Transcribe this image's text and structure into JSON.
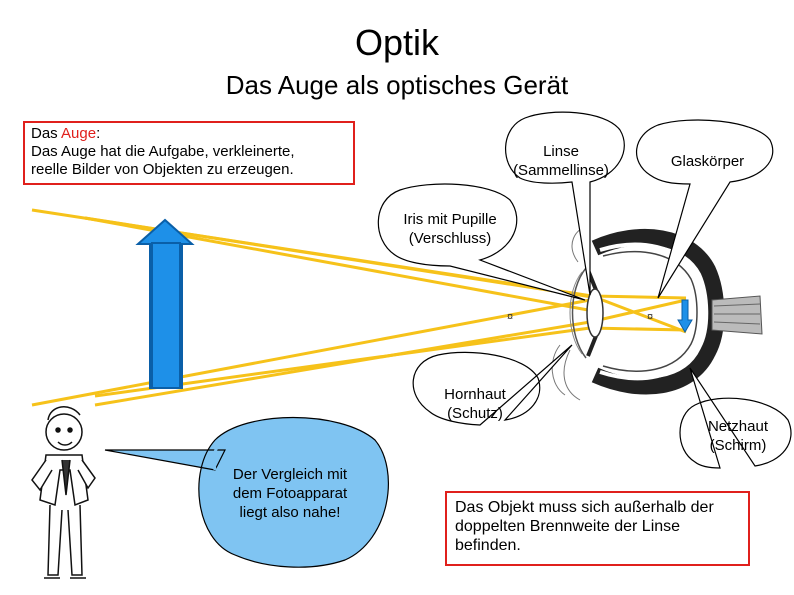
{
  "title": "Optik",
  "subtitle": "Das Auge als optisches Gerät",
  "intro": {
    "prefix": "Das ",
    "keyword": "Auge",
    "suffix": ":",
    "text_line1": "Das Auge hat die Aufgabe, verkleinerte,",
    "text_line2": "reelle Bilder von Objekten zu erzeugen."
  },
  "callouts": {
    "linse": {
      "line1": "Linse",
      "line2": "(Sammellinse)"
    },
    "glaskoerper": {
      "line1": "Glaskörper"
    },
    "iris": {
      "line1": "Iris mit Pupille",
      "line2": "(Verschluss)"
    },
    "hornhaut": {
      "line1": "Hornhaut",
      "line2": "(Schutz)"
    },
    "netzhaut": {
      "line1": "Netzhaut",
      "line2": "(Schirm)"
    },
    "vergleich": {
      "line1": "Der Vergleich mit",
      "line2": "dem Fotoapparat",
      "line3": "liegt also nahe!"
    }
  },
  "note": {
    "line1": "Das Objekt muss sich außerhalb der",
    "line2": "doppelten Brennweite der Linse",
    "line3": "befinden."
  },
  "colors": {
    "ray": "#f6c21a",
    "arrow_fill": "#1e90e8",
    "arrow_stroke": "#0a5fa8",
    "speech_fill": "#7fc4f2",
    "border_red": "#e0201c"
  },
  "symbols": {
    "focal_mark": "¤"
  }
}
